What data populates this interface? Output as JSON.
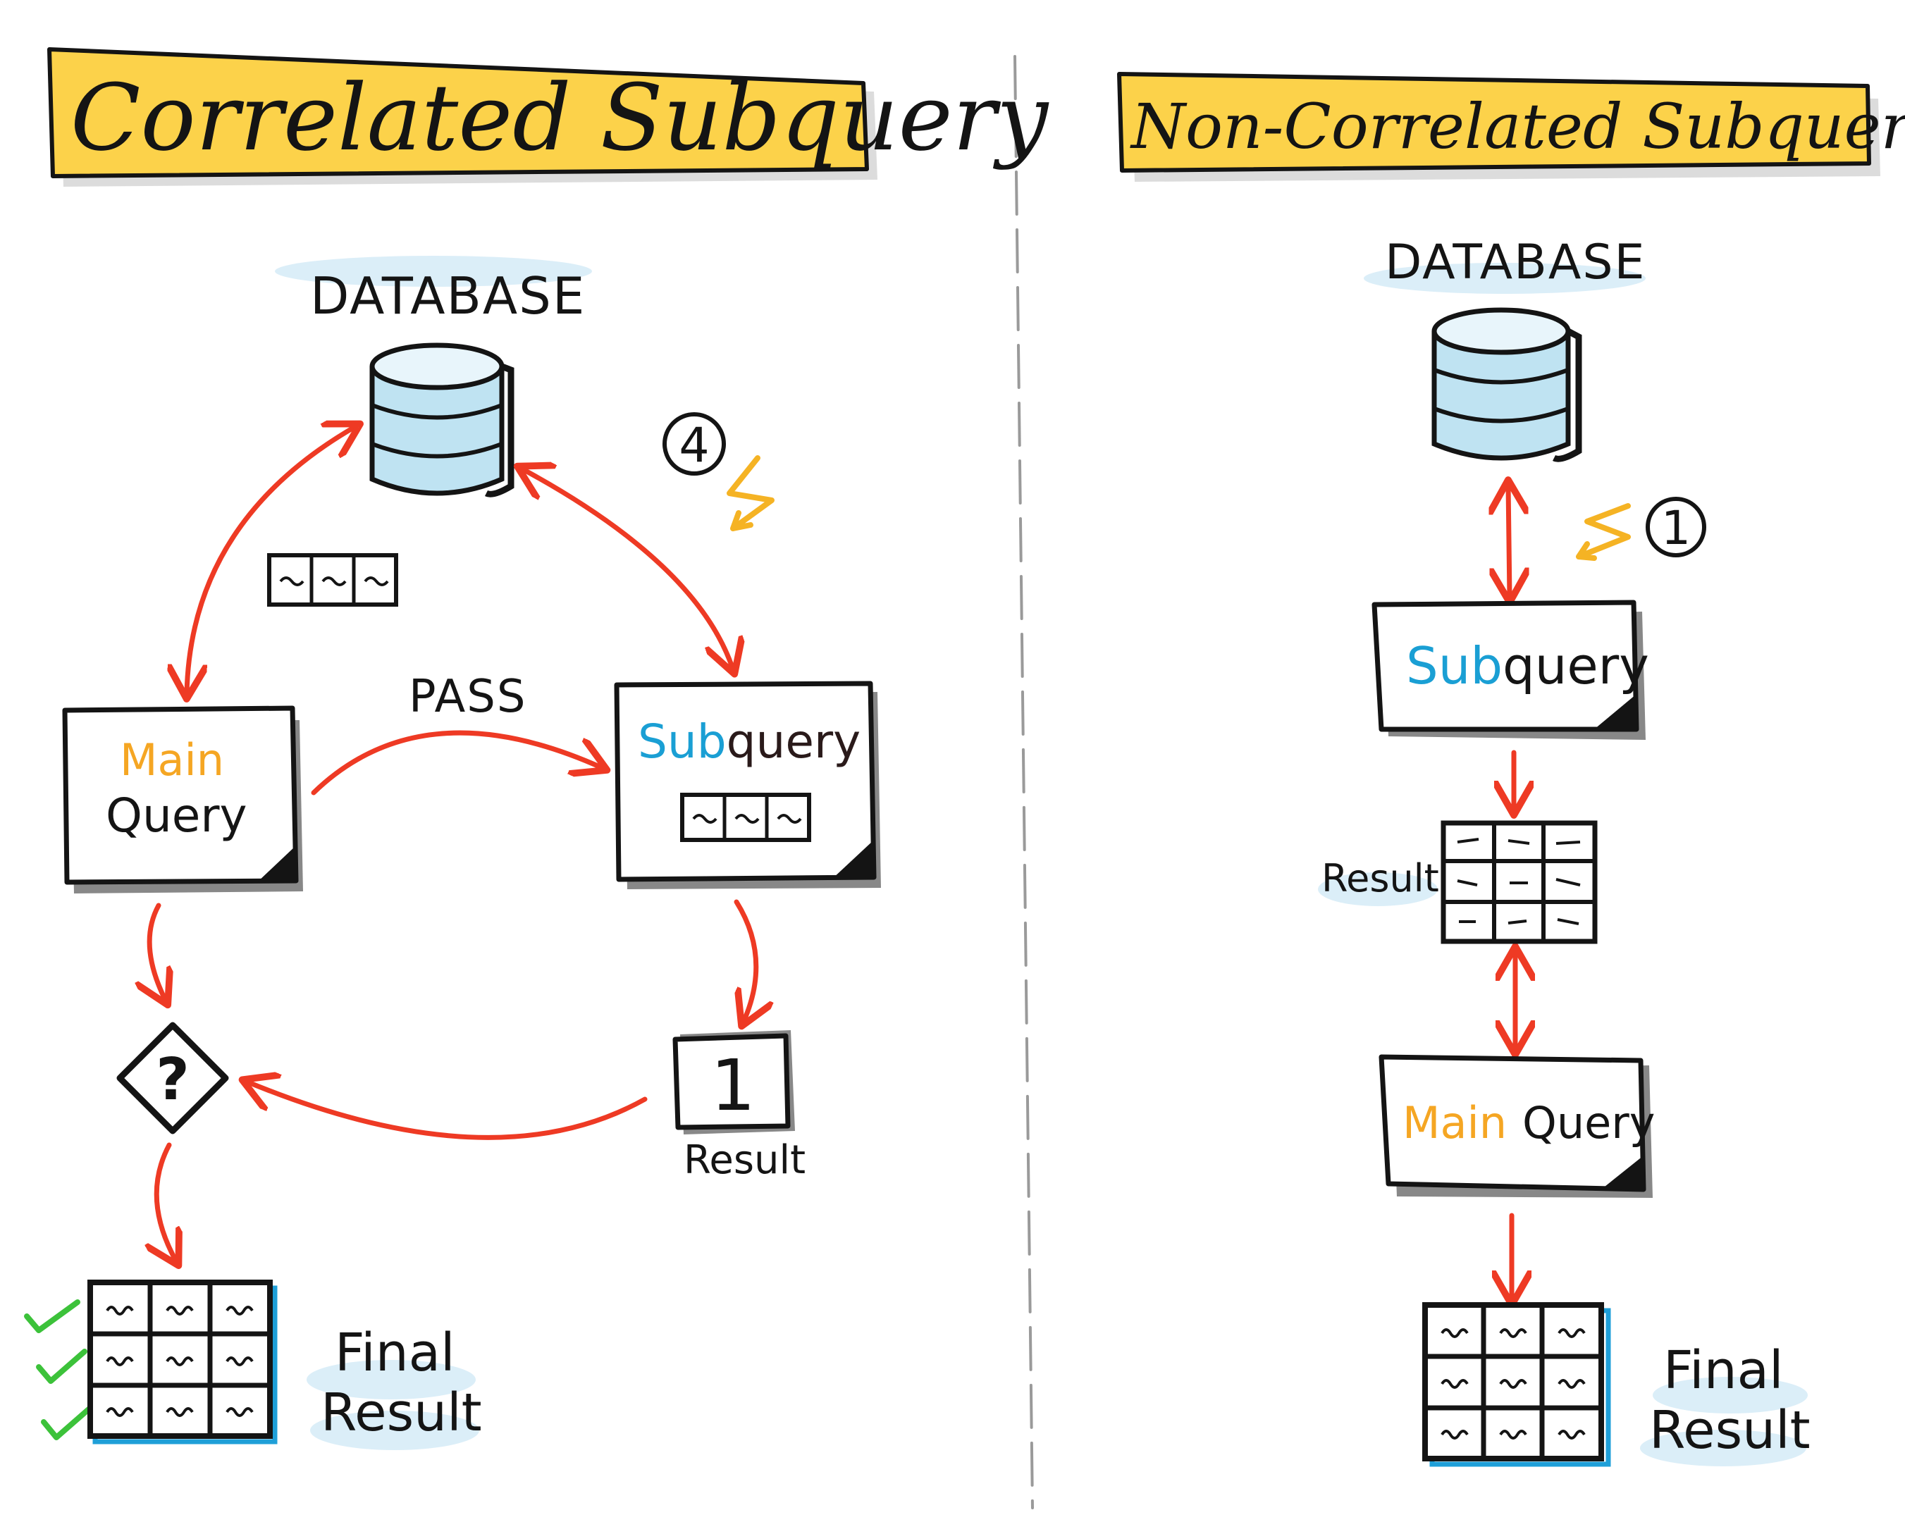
{
  "colors": {
    "title_fill": "#fcd24a",
    "ink": "#141414",
    "arrow": "#ee3a24",
    "accent_blue": "#1a9fd4",
    "accent_orange": "#f5a623",
    "check_green": "#3cc23a",
    "db_fill": "#bfe3f2",
    "frame_blue": "#1f9fd8",
    "highlight": "#d7ecf7"
  },
  "left": {
    "title": "Correlated Subquery",
    "database_label": "DATABASE",
    "step_number": "4",
    "main_query": {
      "word1": "Main",
      "word2": "Query"
    },
    "pass_label": "PASS",
    "subquery": {
      "part1": "Sub",
      "part2": "query"
    },
    "decision_symbol": "?",
    "result_number": "1",
    "result_label": "Result",
    "final_result": {
      "line1": "Final",
      "line2": "Result"
    }
  },
  "right": {
    "title": "Non-Correlated Subquery",
    "database_label": "DATABASE",
    "step_number": "1",
    "subquery": {
      "part1": "Sub",
      "part2": "query"
    },
    "result_label": "Result",
    "main_query": {
      "word1": "Main",
      "word2": "Query"
    },
    "final_result": {
      "line1": "Final",
      "line2": "Result"
    }
  }
}
